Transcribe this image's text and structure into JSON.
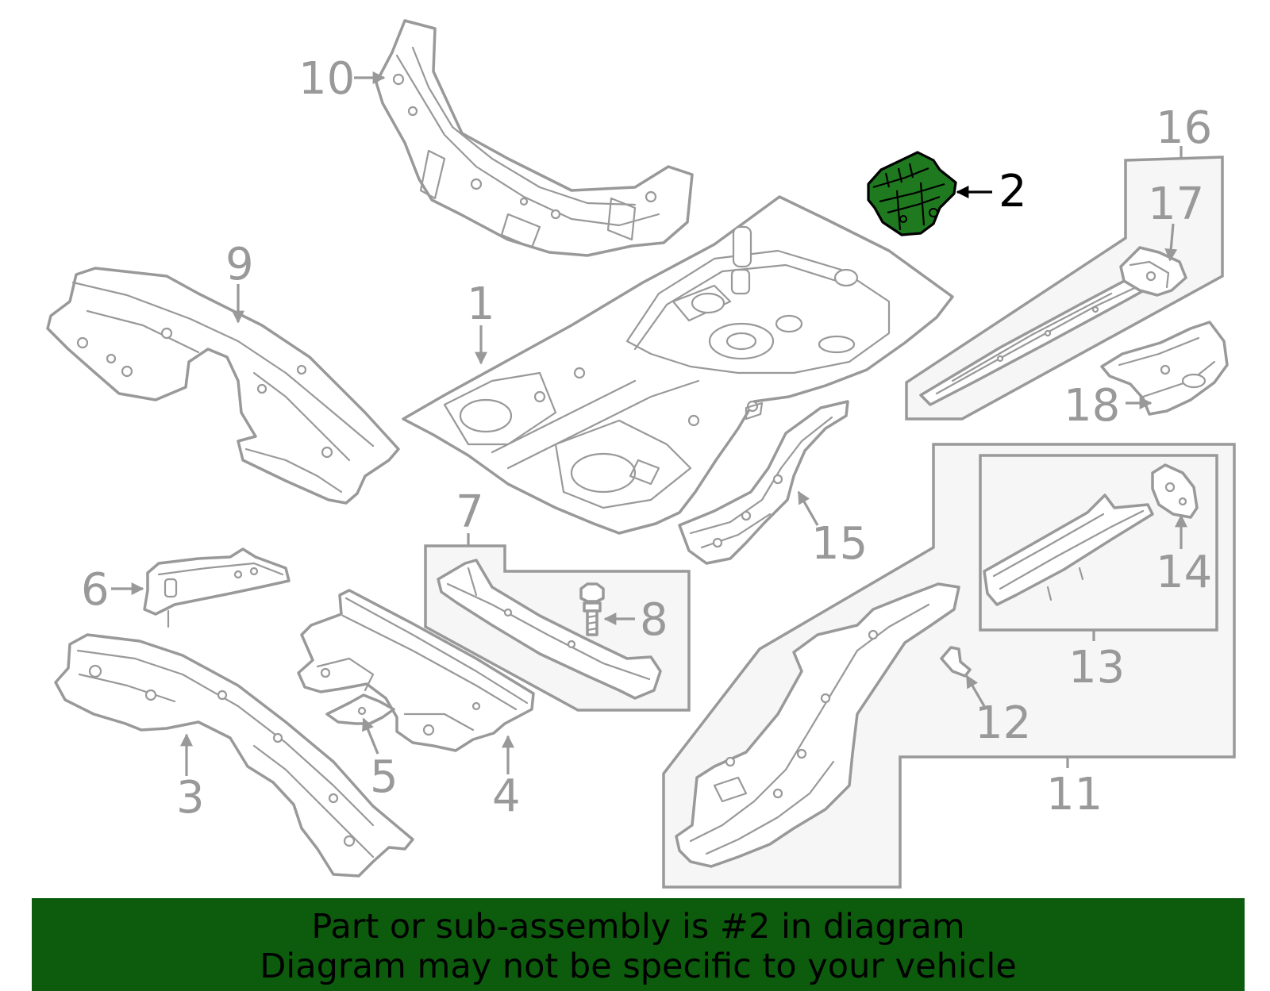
{
  "callouts": {
    "c1": "1",
    "c2": "2",
    "c3": "3",
    "c4": "4",
    "c5": "5",
    "c6": "6",
    "c7": "7",
    "c8": "8",
    "c9": "9",
    "c10": "10",
    "c11": "11",
    "c12": "12",
    "c13": "13",
    "c14": "14",
    "c15": "15",
    "c16": "16",
    "c17": "17",
    "c18": "18"
  },
  "highlighted_part": "2",
  "banner": {
    "line1": "Part or sub-assembly is #2 in diagram",
    "line2": "Diagram may not be specific to your vehicle"
  },
  "colors": {
    "banner_bg": "#0d5c0d",
    "highlight_part": "#1f7a1f",
    "line_art": "#999999",
    "group_box_fill": "#f6f6f6"
  }
}
